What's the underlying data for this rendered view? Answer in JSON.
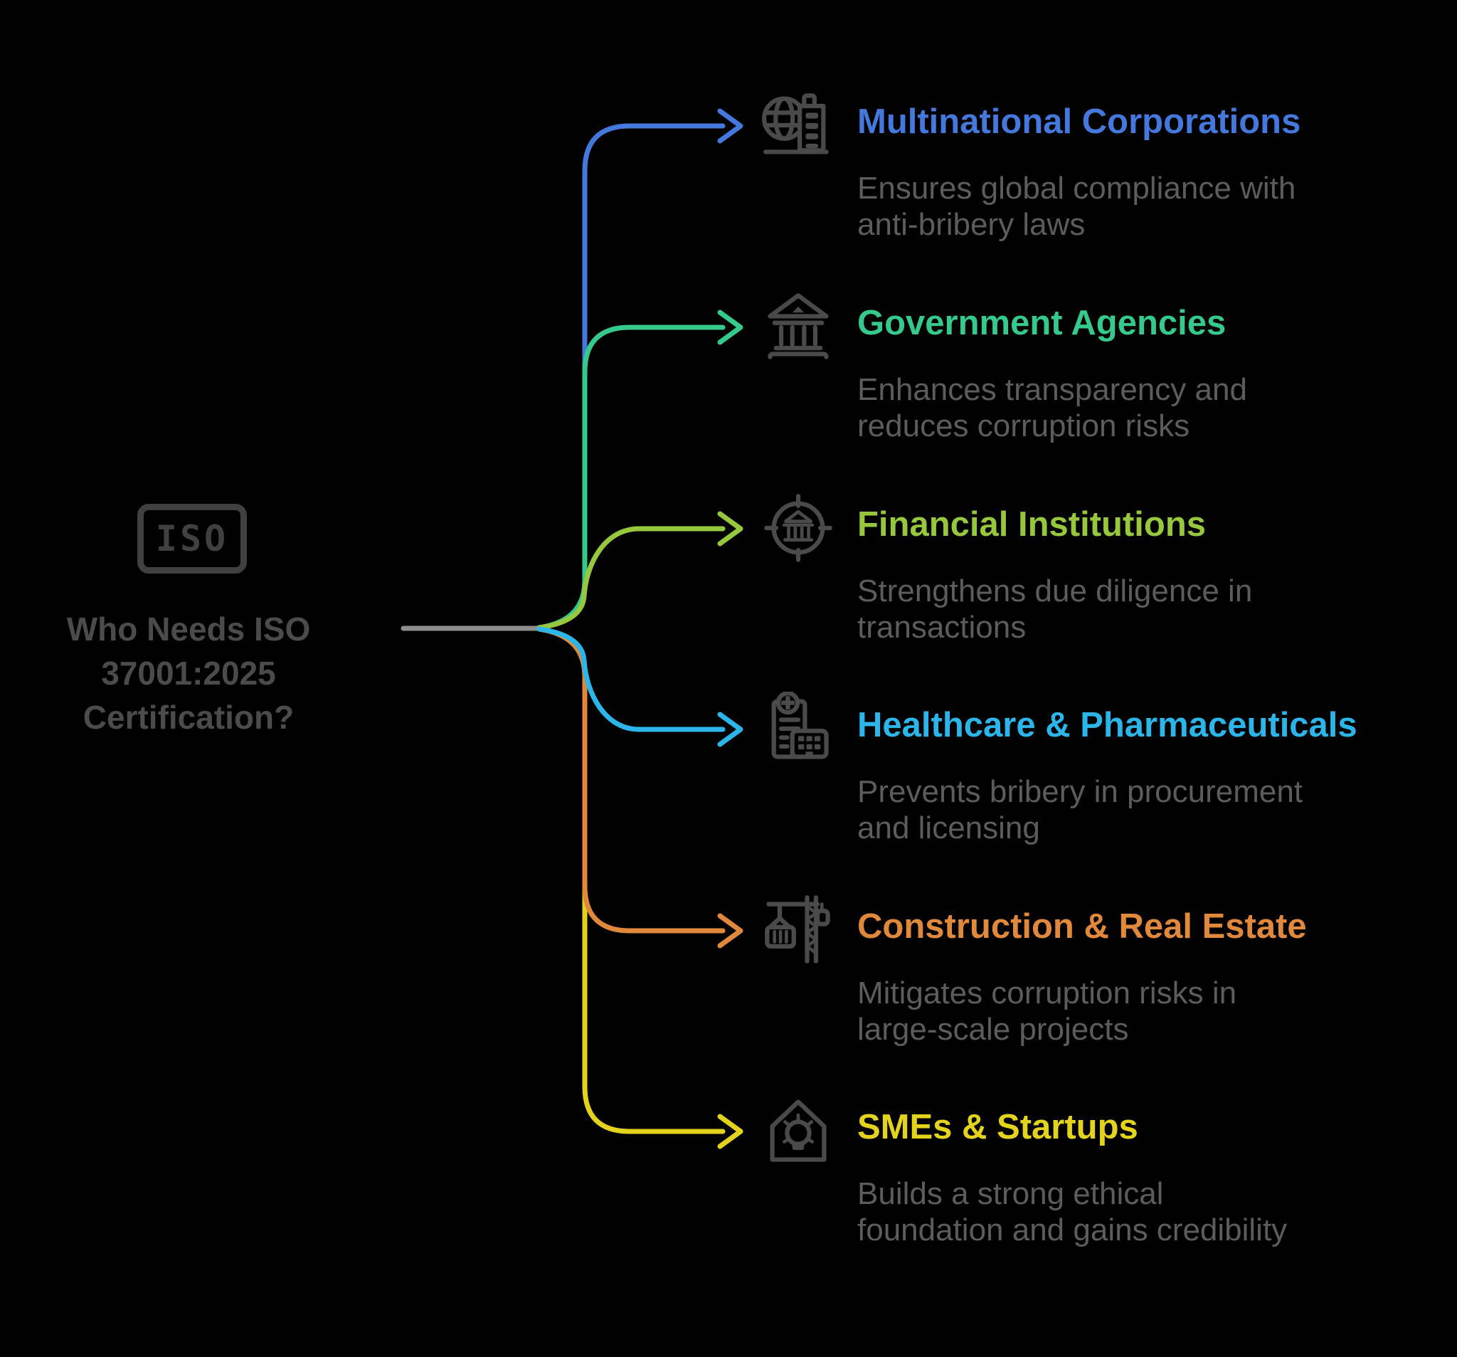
{
  "main": {
    "iso_label": "ISO",
    "title": "Who Needs ISO\n37001:2025\nCertification?",
    "title_color": "#4b4b4b",
    "iso_color": "#404040"
  },
  "connector": {
    "trunk_color": "#8f8f8f",
    "icon_color": "#4a4a4a",
    "desc_color": "#5c5c5c"
  },
  "rows": [
    {
      "title": "Multinational Corporations",
      "desc": "Ensures global compliance with\nanti-bribery laws",
      "color": "#4478dc",
      "icon": "globe-building-icon"
    },
    {
      "title": "Government Agencies",
      "desc": "Enhances transparency and\nreduces corruption risks",
      "color": "#36c98c",
      "icon": "government-building-icon"
    },
    {
      "title": "Financial Institutions",
      "desc": "Strengthens due diligence in\ntransactions",
      "color": "#96c73c",
      "icon": "bank-target-icon"
    },
    {
      "title": "Healthcare & Pharmaceuticals",
      "desc": "Prevents bribery in procurement\nand licensing",
      "color": "#2bb5e8",
      "icon": "hospital-clipboard-icon"
    },
    {
      "title": "Construction & Real Estate",
      "desc": "Mitigates corruption risks in\nlarge-scale projects",
      "color": "#e0883b",
      "icon": "crane-icon"
    },
    {
      "title": "SMEs & Startups",
      "desc": "Builds a strong ethical\nfoundation and gains credibility",
      "color": "#e4d31d",
      "icon": "house-lightbulb-icon"
    }
  ]
}
